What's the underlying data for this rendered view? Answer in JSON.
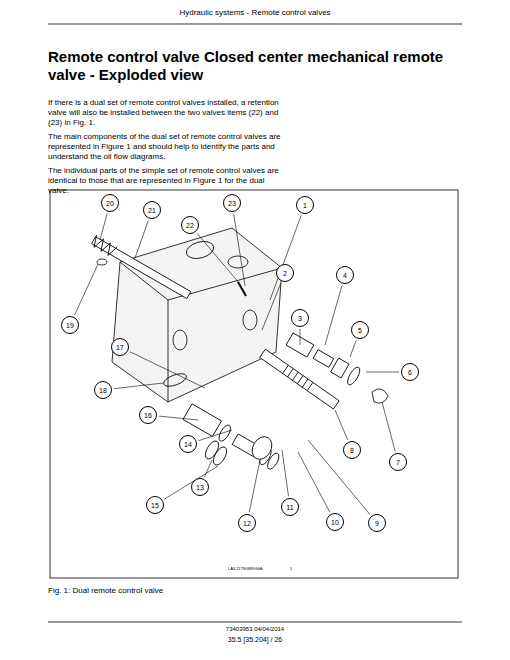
{
  "diagram": {
    "title": "Remote control valve Closed center mechanical remote valve - Exploded view",
    "caption": "Fig. 1: Dual remote control valve",
    "nodes": [
      {
        "text": [
          "1"
        ]
      },
      {
        "text": [
          "2"
        ]
      },
      {
        "text": [
          "3"
        ]
      },
      {
        "text": [
          "4"
        ]
      },
      {
        "text": [
          "5"
        ]
      },
      {
        "text": [
          "6"
        ]
      },
      {
        "text": [
          "7"
        ]
      },
      {
        "text": [
          "8"
        ]
      },
      {
        "text": [
          "9"
        ]
      },
      {
        "text": [
          "10"
        ]
      },
      {
        "text": [
          "11"
        ]
      },
      {
        "text": [
          "12"
        ]
      },
      {
        "text": [
          "13"
        ]
      },
      {
        "text": [
          "14"
        ]
      },
      {
        "text": [
          "15"
        ]
      },
      {
        "text": [
          "16"
        ]
      },
      {
        "text": [
          "17"
        ]
      },
      {
        "text": [
          "18"
        ]
      },
      {
        "text": [
          "19"
        ]
      },
      {
        "text": [
          "20"
        ]
      },
      {
        "text": [
          "21"
        ]
      },
      {
        "text": [
          "22"
        ]
      },
      {
        "text": [
          "23"
        ]
      }
    ],
    "labels": [
      "Hydraulic systems - Remote control valves",
      "If there is a dual set of remote control valves installed, a retention valve will also be installed between the two valves items (22) and (23) in Fig. 1.",
      "The main components of the dual set of remote control valves are represented in Figure 1 and should help to identify the parts and understand the oil flow diagrams.",
      "The individual parts of the simple set of remote control valves are identical to those that are represented in Figure 1 for the dual valve.",
      "LAIL11TS0889G6A",
      "1",
      "73403953 04/04/2014",
      "35.5 [35.204] / 26"
    ]
  }
}
